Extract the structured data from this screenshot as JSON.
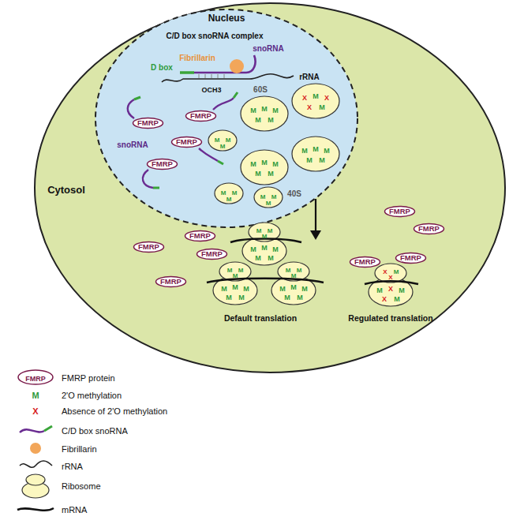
{
  "diagram": {
    "nodes": [
      {
        "text": [
          "Cytosol"
        ]
      },
      {
        "text": [
          "Nucleus"
        ],
        "in": 0
      },
      {
        "text": [
          "FMRP"
        ],
        "in": 1
      },
      {
        "text": [
          "FMRP"
        ],
        "in": 1
      },
      {
        "text": [
          "FMRP"
        ],
        "in": 1
      },
      {
        "text": [
          "FMRP"
        ],
        "in": 1
      },
      {
        "text": [
          "FMRP"
        ],
        "in": 0
      },
      {
        "text": [
          "FMRP"
        ],
        "in": 0
      },
      {
        "text": [
          "FMRP"
        ],
        "in": 0
      },
      {
        "text": [
          "FMRP"
        ],
        "in": 0
      },
      {
        "text": [
          "FMRP"
        ],
        "in": 0
      },
      {
        "text": [
          "FMRP"
        ],
        "in": 0
      },
      {
        "text": [
          "FMRP"
        ],
        "in": 0
      },
      {
        "text": [
          "FMRP"
        ],
        "in": 0
      }
    ],
    "labels": [
      "C/D box snoRNA complex",
      "snoRNA",
      "Fibrillarin",
      "D box",
      "rRNA",
      "OCH3",
      "60S",
      "snoRNA",
      "40S",
      "Default translation",
      "Regulated translation",
      "FMRP",
      "M",
      "X",
      "M",
      "M",
      "M",
      "M",
      "M",
      "X",
      "M",
      "X",
      "X",
      "M",
      "M",
      "M",
      "M",
      "M",
      "M",
      "M",
      "M",
      "M",
      "M",
      "M",
      "M",
      "M",
      "M",
      "M",
      "M",
      "M",
      "M",
      "M",
      "M",
      "M",
      "M",
      "M",
      "M",
      "M",
      "M",
      "M",
      "M",
      "M",
      "M",
      "M",
      "M",
      "M",
      "M",
      "M",
      "M",
      "M",
      "M",
      "M",
      "M",
      "M",
      "M",
      "M",
      "M",
      "X",
      "M",
      "X",
      "M",
      "X",
      "M",
      "X",
      "M"
    ],
    "legend": [
      {
        "text": "FMRP protein"
      },
      {
        "text": "2'O methylation"
      },
      {
        "text": "Absence of 2'O methylation"
      },
      {
        "text": "C/D box snoRNA"
      },
      {
        "text": "Fibrillarin",
        "color": "#f2a65a"
      },
      {
        "text": "rRNA"
      },
      {
        "text": "Ribosome"
      },
      {
        "text": "mRNA"
      }
    ]
  }
}
